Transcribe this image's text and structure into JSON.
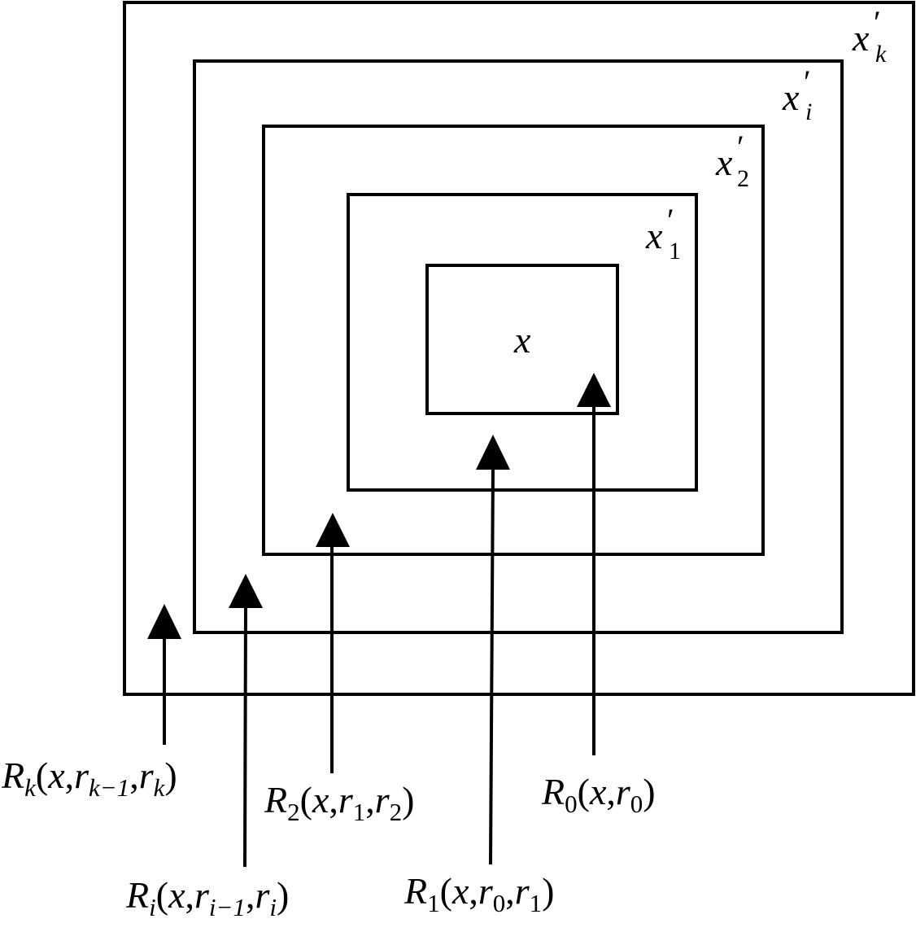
{
  "diagram": {
    "stroke_color": "#000000",
    "background": "#ffffff",
    "boxes": [
      {
        "id": "box-x",
        "center_label": "x"
      },
      {
        "id": "box-x1",
        "corner_label": {
          "main": "x",
          "sub": "1"
        }
      },
      {
        "id": "box-x2",
        "corner_label": {
          "main": "x",
          "sub": "2"
        }
      },
      {
        "id": "box-xi",
        "corner_label": {
          "main": "x",
          "sub": "i"
        }
      },
      {
        "id": "box-xk",
        "corner_label": {
          "main": "x",
          "sub": "k"
        }
      }
    ],
    "prime_mark": "′",
    "arrows": [
      {
        "id": "arrow-r0",
        "name": "R",
        "name_sub": "0",
        "open": "(",
        "args": [
          "x",
          ",",
          "r",
          "0"
        ],
        "close": ")"
      },
      {
        "id": "arrow-r1",
        "name": "R",
        "name_sub": "1",
        "open": "(",
        "args": [
          "x",
          ",",
          "r",
          "0",
          ",",
          "r",
          "1"
        ],
        "close": ")"
      },
      {
        "id": "arrow-r2",
        "name": "R",
        "name_sub": "2",
        "open": "(",
        "args": [
          "x",
          ",",
          "r",
          "1",
          ",",
          "r",
          "2"
        ],
        "close": ")"
      },
      {
        "id": "arrow-ri",
        "name": "R",
        "name_sub": "i",
        "open": "(",
        "args": [
          "x",
          ",",
          "r",
          "i−1",
          ",",
          "r",
          "i"
        ],
        "close": ")"
      },
      {
        "id": "arrow-rk",
        "name": "R",
        "name_sub": "k",
        "open": "(",
        "args": [
          "x",
          ",",
          "r",
          "k−1",
          ",",
          "r",
          "k"
        ],
        "close": ")"
      }
    ]
  }
}
